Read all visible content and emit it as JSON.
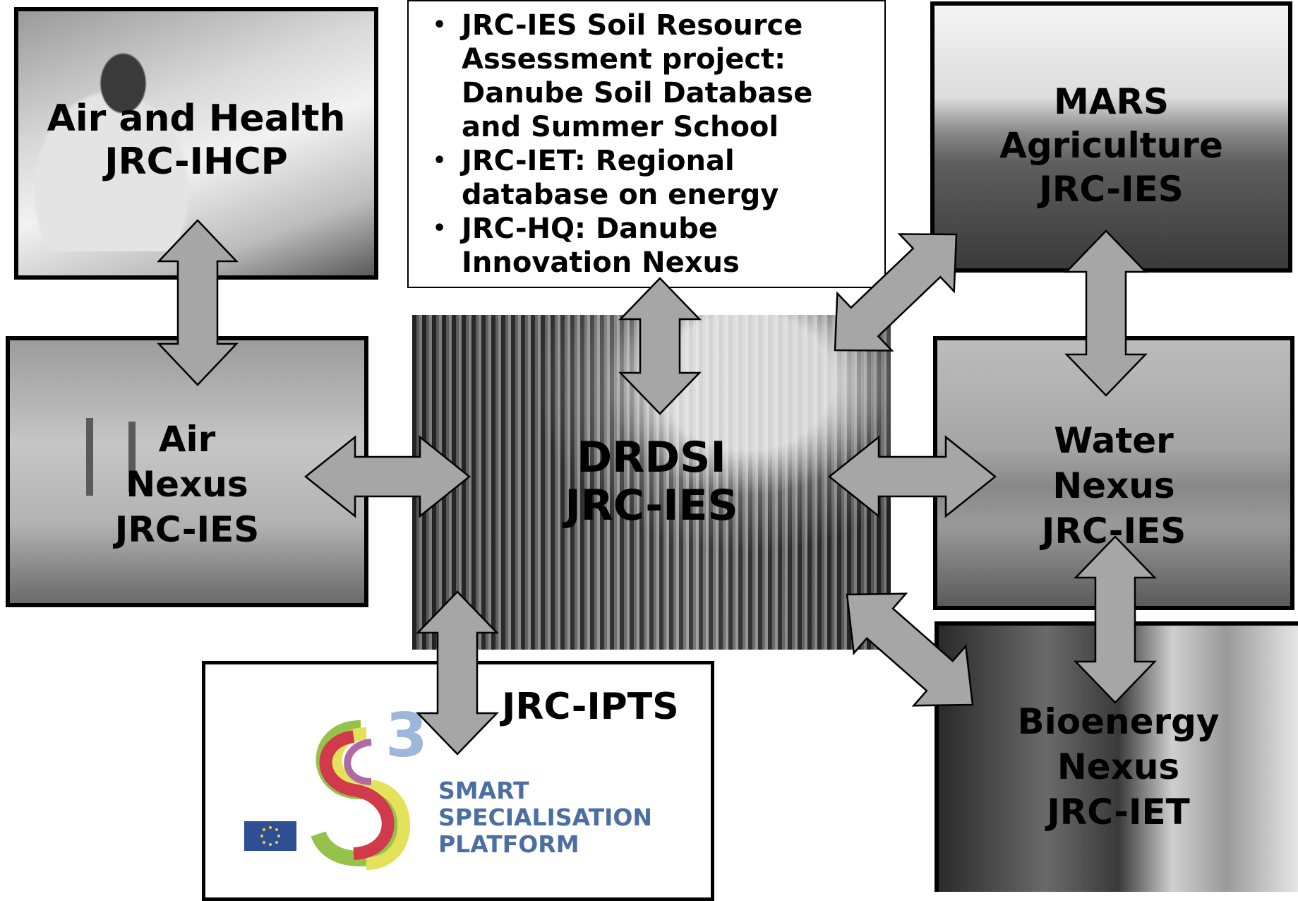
{
  "nodes": {
    "air_health": {
      "lines": [
        "Air and Health",
        "JRC-IHCP"
      ]
    },
    "air_nexus": {
      "lines": [
        "Air",
        "Nexus",
        "JRC-IES"
      ]
    },
    "drdsi": {
      "lines": [
        "DRDSI",
        "JRC-IES"
      ]
    },
    "mars": {
      "lines": [
        "MARS",
        "Agriculture",
        "JRC-IES"
      ]
    },
    "water": {
      "lines": [
        "Water",
        "Nexus",
        "JRC-IES"
      ]
    },
    "bioenergy": {
      "lines": [
        "Bioenergy",
        "Nexus",
        "JRC-IET"
      ]
    },
    "ipts": {
      "label": "JRC-IPTS"
    }
  },
  "bullets": [
    "JRC-IES Soil Resource Assessment project: Danube Soil Database and Summer School",
    "JRC-IET: Regional database on energy",
    "JRC-HQ: Danube Innovation Nexus"
  ],
  "s3_logo": {
    "digit": "3",
    "lines": [
      "SMART",
      "SPECIALISATION",
      "PLATFORM"
    ],
    "colors": {
      "blue_text": "#4b6ea3",
      "digit": "#9db6d9",
      "eu_flag": "#2f4f95",
      "eu_star": "#f2d13a"
    }
  },
  "colors": {
    "arrow_fill": "#a6a6a6",
    "border": "#000000"
  }
}
